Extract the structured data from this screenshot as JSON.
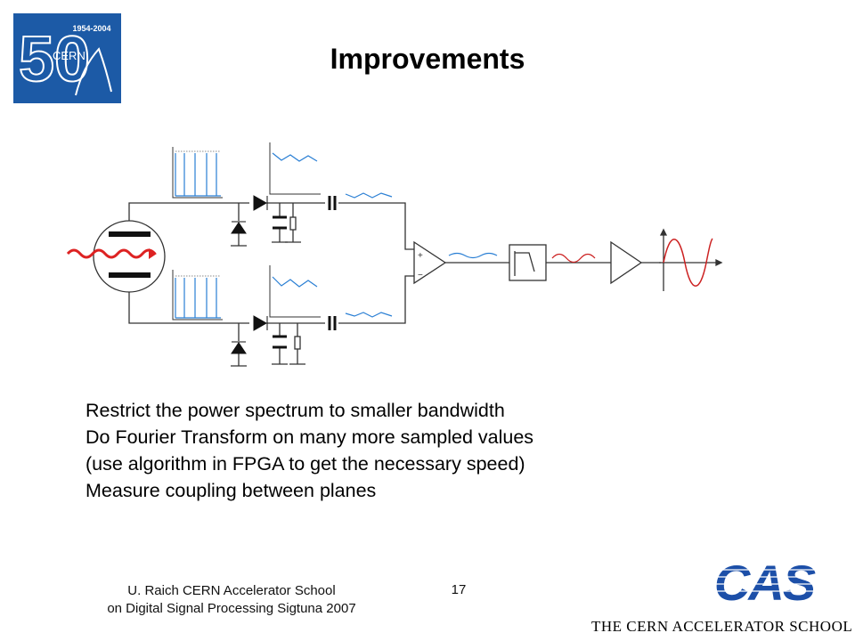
{
  "logo": {
    "years": "1954-2004",
    "number": "50",
    "org": "CERN",
    "bg_color": "#1c5aa6"
  },
  "slide": {
    "title": "Improvements",
    "bullets": [
      "Restrict the power spectrum to smaller bandwidth",
      "Do Fourier Transform on many more sampled values",
      "(use algorithm in FPGA to get the necessary speed)",
      "Measure coupling between planes"
    ]
  },
  "diagram": {
    "amp_plus": "+",
    "amp_minus": "−",
    "colors": {
      "signal": "#2a7fd4",
      "sine": "#cc2222",
      "beam": "#dd2222"
    }
  },
  "footer": {
    "line1": "U. Raich  CERN Accelerator School",
    "line2": "on Digital Signal Processing  Sigtuna 2007",
    "page": "17",
    "cas_logo_text": "CAS",
    "cas_school_text": "THE CERN ACCELERATOR SCHOOL",
    "cas_color": "#1c4fa8"
  }
}
